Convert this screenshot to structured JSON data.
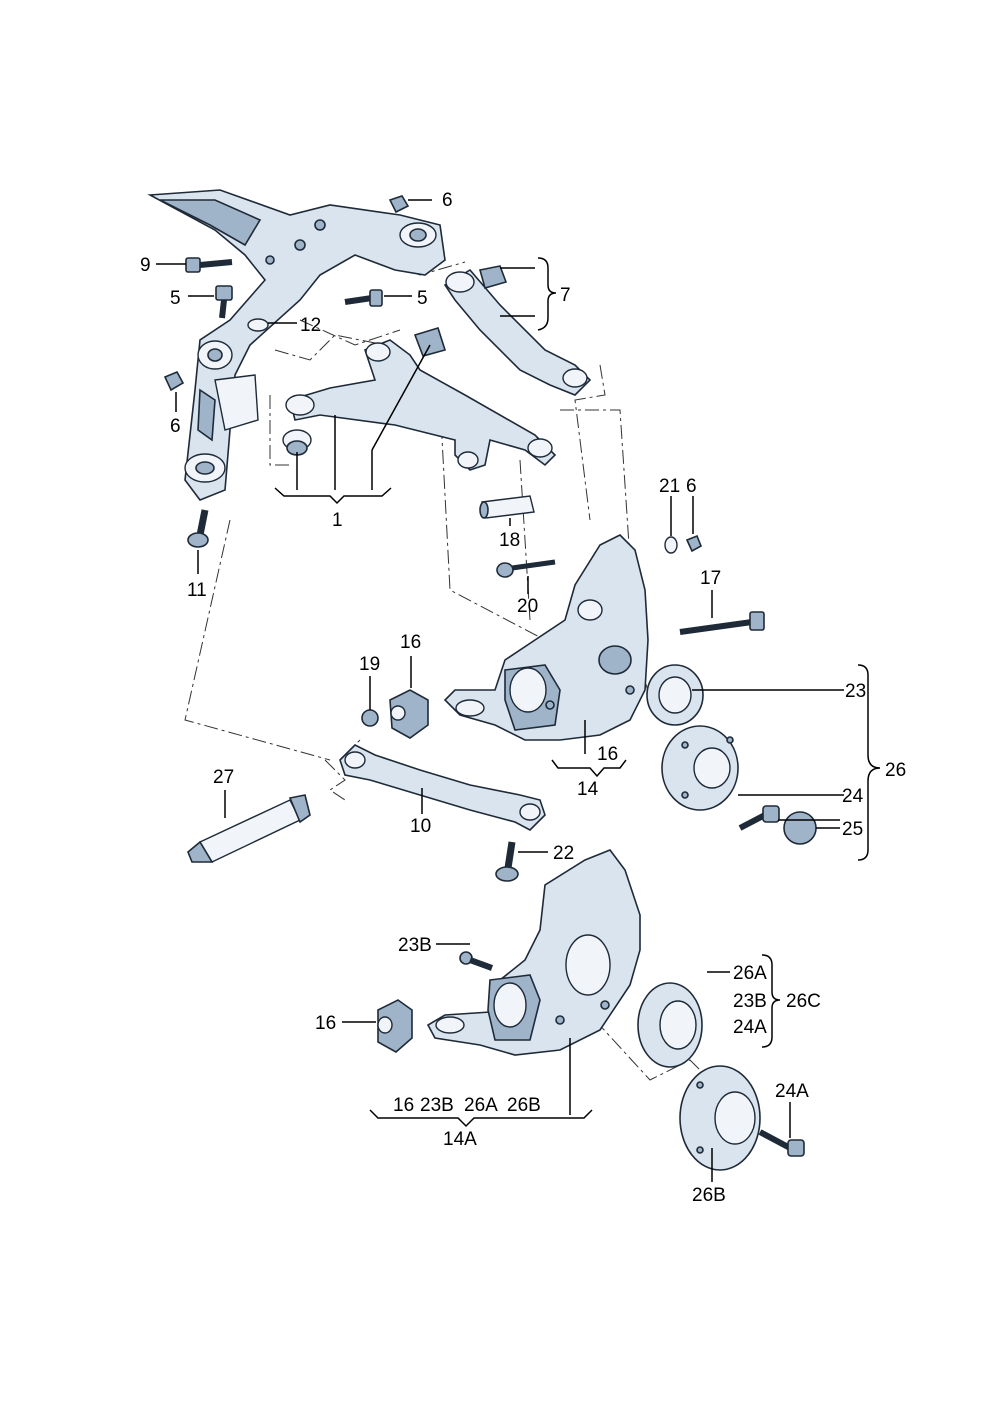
{
  "callouts": {
    "c6a": "6",
    "c9": "9",
    "c5a": "5",
    "c5b": "5",
    "c7": "7",
    "c12": "12",
    "c6b": "6",
    "c1": "1",
    "c11": "11",
    "c18": "18",
    "c21": "21",
    "c6c": "6",
    "c17": "17",
    "c20": "20",
    "c16a": "16",
    "c19": "19",
    "c23": "23",
    "c16b": "16",
    "c14": "14",
    "c26": "26",
    "c27": "27",
    "c10": "10",
    "c24": "24",
    "c25": "25",
    "c22": "22",
    "c23B": "23B",
    "c26A": "26A",
    "c23Bb": "23B",
    "c26C": "26C",
    "c24Aa": "24A",
    "c16c": "16",
    "c14A_16": "16",
    "c14A_23B": "23B",
    "c14A_26A": "26A",
    "c14A_26B": "26B",
    "c14A": "14A",
    "c24Ab": "24A",
    "c26B": "26B"
  },
  "colors": {
    "part_fill": "#d9e4ee",
    "part_shade": "#9fb4c8",
    "outline": "#1e2a38",
    "background": "#ffffff"
  }
}
